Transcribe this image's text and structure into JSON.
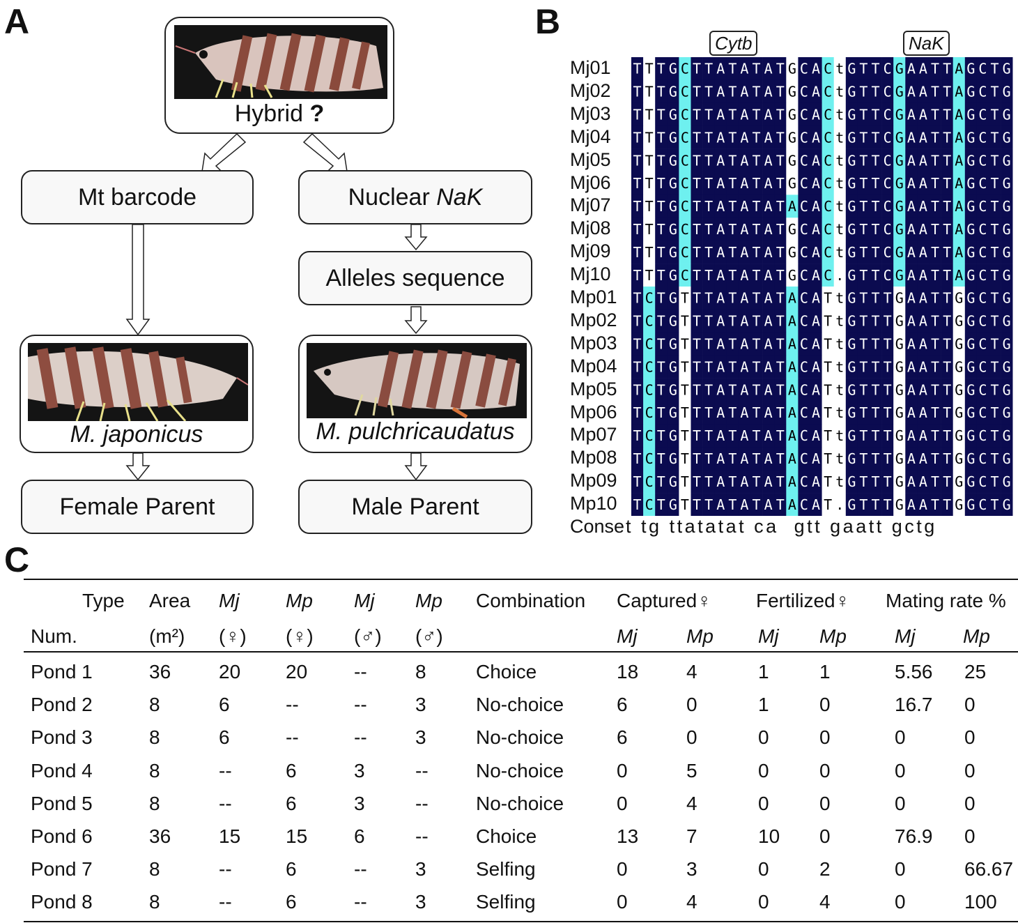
{
  "panels": {
    "a": "A",
    "b": "B",
    "c": "C"
  },
  "panel_a": {
    "hybrid_label": "Hybrid",
    "hybrid_mark": "?",
    "mt_barcode": "Mt barcode",
    "nuclear_prefix": "Nuclear ",
    "nuclear_gene": "NaK",
    "alleles": "Alleles sequence",
    "species_1": "M. japonicus",
    "species_2": "M. pulchricaudatus",
    "female_parent": "Female Parent",
    "male_parent": "Male Parent"
  },
  "panel_b": {
    "gene_1": "Cytb",
    "gene_2": "NaK",
    "colors": {
      "dark": "#0b0b50",
      "cyan": "#6ef0ef",
      "white": "#ffffff"
    },
    "rows": [
      {
        "label": "Mj01",
        "cytb": "TTTGCTTATATATGCAC",
        "gap": "tG",
        "nak": "TTCGAATTAGCTG"
      },
      {
        "label": "Mj02",
        "cytb": "TTTGCTTATATATGCAC",
        "gap": "tG",
        "nak": "TTCGAATTAGCTG"
      },
      {
        "label": "Mj03",
        "cytb": "TTTGCTTATATATGCAC",
        "gap": "tG",
        "nak": "TTCGAATTAGCTG"
      },
      {
        "label": "Mj04",
        "cytb": "TTTGCTTATATATGCAC",
        "gap": "tG",
        "nak": "TTCGAATTAGCTG"
      },
      {
        "label": "Mj05",
        "cytb": "TTTGCTTATATATGCAC",
        "gap": "tG",
        "nak": "TTCGAATTAGCTG"
      },
      {
        "label": "Mj06",
        "cytb": "TTTGCTTATATATGCAC",
        "gap": "tG",
        "nak": "TTCGAATTAGCTG"
      },
      {
        "label": "Mj07",
        "cytb": "TTTGCTTATATATACAC",
        "gap": "tG",
        "nak": "TTCGAATTAGCTG"
      },
      {
        "label": "Mj08",
        "cytb": "TTTGCTTATATATGCAC",
        "gap": "tG",
        "nak": "TTCGAATTAGCTG"
      },
      {
        "label": "Mj09",
        "cytb": "TTTGCTTATATATGCAC",
        "gap": "tG",
        "nak": "TTCGAATTAGCTG"
      },
      {
        "label": "Mj10",
        "cytb": "TTTGCTTATATATGCAC",
        "gap": ".G",
        "nak": "TTCGAATTAGCTG"
      },
      {
        "label": "Mp01",
        "cytb": "TCTGTTTATATATACAT",
        "gap": "tG",
        "nak": "TTTGAATTGGCTG"
      },
      {
        "label": "Mp02",
        "cytb": "TCTGTTTATATATACAT",
        "gap": "tG",
        "nak": "TTTGAATTGGCTG"
      },
      {
        "label": "Mp03",
        "cytb": "TCTGTTTATATATACAT",
        "gap": "tG",
        "nak": "TTTGAATTGGCTG"
      },
      {
        "label": "Mp04",
        "cytb": "TCTGTTTATATATACAT",
        "gap": "tG",
        "nak": "TTTGAATTGGCTG"
      },
      {
        "label": "Mp05",
        "cytb": "TCTGTTTATATATACAT",
        "gap": "tG",
        "nak": "TTTGAATTGGCTG"
      },
      {
        "label": "Mp06",
        "cytb": "TCTGTTTATATATACAT",
        "gap": "tG",
        "nak": "TTTGAATTGGCTG"
      },
      {
        "label": "Mp07",
        "cytb": "TCTGTTTATATATACAT",
        "gap": "tG",
        "nak": "TTTGAATTGGCTG"
      },
      {
        "label": "Mp08",
        "cytb": "TCTGTTTATATATACAT",
        "gap": "tG",
        "nak": "TTTGAATTGGCTG"
      },
      {
        "label": "Mp09",
        "cytb": "TCTGTTTATATATACAT",
        "gap": "tG",
        "nak": "TTTGAATTGGCTG"
      },
      {
        "label": "Mp10",
        "cytb": "TCTGTTTATATATACAT",
        "gap": ".G",
        "nak": "TTTGAATTGGCTG"
      }
    ],
    "consensus_label": "Conse",
    "consensus_seq": "t tg ttatatat ca  gtt gaatt gctg"
  },
  "panel_c": {
    "header_row1": [
      "Type",
      "Area",
      "Mj",
      "Mp",
      "Mj",
      "Mp",
      "Combination",
      "Captured♀",
      "Fertilized♀",
      "Mating rate %"
    ],
    "header_row2": [
      "Num.",
      "(m²)",
      "(♀)",
      "(♀)",
      "(♂)",
      "(♂)",
      "",
      "Mj",
      "Mp",
      "Mj",
      "Mp",
      "Mj",
      "Mp"
    ],
    "rows": [
      [
        "Pond 1",
        "36",
        "20",
        "20",
        "--",
        "8",
        "Choice",
        "18",
        "4",
        "1",
        "1",
        "5.56",
        "25"
      ],
      [
        "Pond 2",
        "8",
        "6",
        "--",
        "--",
        "3",
        "No-choice",
        "6",
        "0",
        "1",
        "0",
        "16.7",
        "0"
      ],
      [
        "Pond 3",
        "8",
        "6",
        "--",
        "--",
        "3",
        "No-choice",
        "6",
        "0",
        "0",
        "0",
        "0",
        "0"
      ],
      [
        "Pond 4",
        "8",
        "--",
        "6",
        "3",
        "--",
        "No-choice",
        "0",
        "5",
        "0",
        "0",
        "0",
        "0"
      ],
      [
        "Pond 5",
        "8",
        "--",
        "6",
        "3",
        "--",
        "No-choice",
        "0",
        "4",
        "0",
        "0",
        "0",
        "0"
      ],
      [
        "Pond 6",
        "36",
        "15",
        "15",
        "6",
        "--",
        "Choice",
        "13",
        "7",
        "10",
        "0",
        "76.9",
        "0"
      ],
      [
        "Pond 7",
        "8",
        "--",
        "6",
        "--",
        "3",
        "Selfing",
        "0",
        "3",
        "0",
        "2",
        "0",
        "66.67"
      ],
      [
        "Pond 8",
        "8",
        "--",
        "6",
        "--",
        "3",
        "Selfing",
        "0",
        "4",
        "0",
        "4",
        "0",
        "100"
      ]
    ]
  }
}
